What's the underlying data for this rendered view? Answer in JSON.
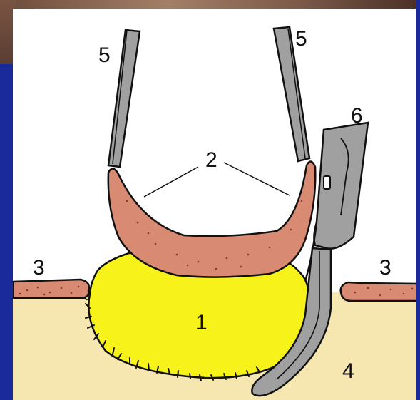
{
  "labels": {
    "tissue_mass": "1",
    "pointer_lines": "2",
    "skin_left": "3",
    "skin_right": "3",
    "subcutaneous": "4",
    "forceps_left": "5",
    "forceps_right": "5",
    "retractor": "6"
  },
  "colors": {
    "background_blue": "#1b2a9a",
    "panel_white": "#ffffff",
    "subcutaneous_fat": "#f6e7b0",
    "tissue_yellow": "#f7f31a",
    "skin_pink": "#d98a72",
    "instrument_gray": "#a0a0a0",
    "outline": "#111111"
  },
  "icons": {
    "forceps": "surgical-forceps-icon",
    "retractor": "surgical-retractor-icon"
  }
}
